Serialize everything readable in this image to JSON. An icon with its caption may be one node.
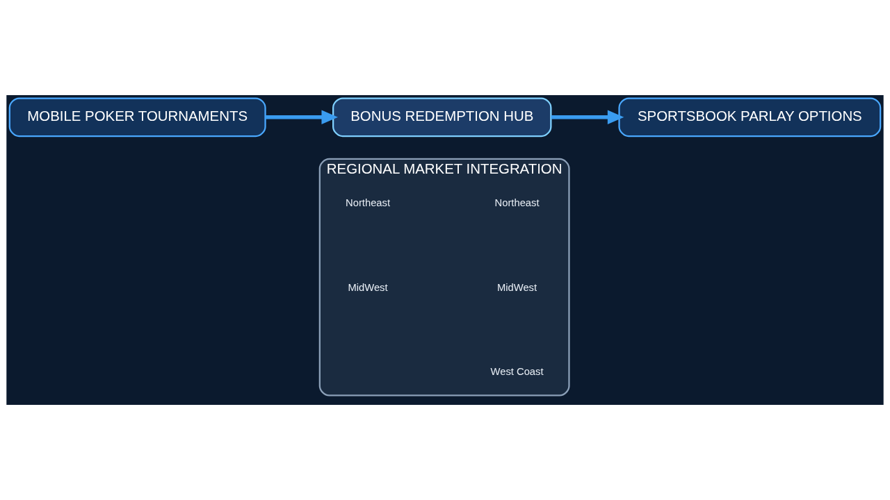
{
  "diagram": {
    "nodes": [
      {
        "text": [
          "MOBILE POKER TOURNAMENTS"
        ]
      },
      {
        "text": [
          "BONUS REDEMPTION HUB"
        ]
      },
      {
        "text": [
          "SPORTSBOOK PARLAY OPTIONS"
        ]
      },
      {
        "text": [
          "REGIONAL MARKET INTEGRATION"
        ]
      }
    ],
    "edges": [
      {
        "from": 0,
        "to": 1,
        "arrow": "to"
      },
      {
        "from": 1,
        "to": 2,
        "arrow": "to"
      }
    ],
    "labels": [
      "Northeast",
      "Northeast",
      "MidWest",
      "MidWest",
      "West Coast"
    ]
  }
}
